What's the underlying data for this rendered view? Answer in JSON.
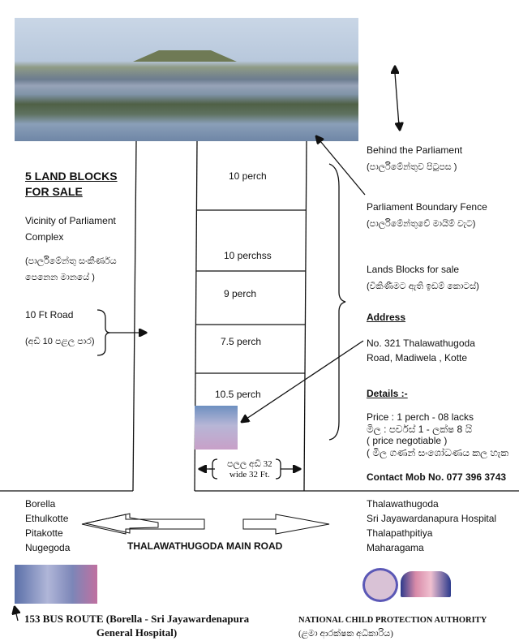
{
  "title": [
    "5 LAND BLOCKS",
    "FOR SALE"
  ],
  "vicinity": [
    "Vicinity of Parliament",
    "Complex"
  ],
  "vicinity_si": [
    "(පාර්ලිමේන්තු සංකීර්ණය",
    "පෙනෙන මානයේ )"
  ],
  "road_left": {
    "en": "10 Ft Road",
    "si": "(අඩි 10 පළල පාර)"
  },
  "blocks": [
    "10 perch",
    "10 perchss",
    "9 perch",
    "7.5 perch",
    "10.5  perch"
  ],
  "width_label": {
    "si": "පලල අඩි 32",
    "en": "wide 32  Ft."
  },
  "behind": {
    "en": "Behind the Parliament",
    "si": "(පාර්ලිමේන්තුව පිටුපස )"
  },
  "fence": {
    "en": "Parliament  Boundary  Fence",
    "si": "(පාර්ලිමේන්තුවේ මායිම් වැට)"
  },
  "lands": {
    "en": "Lands Blocks for sale",
    "si": "(විකිණීමට ඇති  ඉඩම් කොටස්)"
  },
  "address": {
    "heading": "Address",
    "lines": [
      "No. 321 Thalawathugoda",
      "Road,  Madiwela , Kotte"
    ]
  },
  "details": {
    "heading": "Details :-",
    "lines": [
      "Price :  1 perch  -      08 lacks",
      "මිල    : පර්චස් 1 -      ලක්ෂ 8 යි",
      " ( price negotiable )",
      "( මිල ගණන් සංශෝධණය කල හැක"
    ],
    "contact": "Contact Mob No. 077 396 3743"
  },
  "left_places": [
    "Borella",
    "Ethulkotte",
    "Pitakotte",
    "Nugegoda"
  ],
  "right_places": [
    "Thalawathugoda",
    "Sri Jayawardanapura Hospital",
    "Thalapathpitiya",
    "Maharagama"
  ],
  "main_road": "THALAWATHUGODA MAIN ROAD",
  "bus_route": [
    "153 BUS ROUTE (Borella -  Sri Jayawardenapura",
    "General Hospital)"
  ],
  "authority": {
    "en": "NATIONAL CHILD   PROTECTION AUTHORITY",
    "si": "(ළමා ආරක්ෂක අධිකාරිය)"
  }
}
